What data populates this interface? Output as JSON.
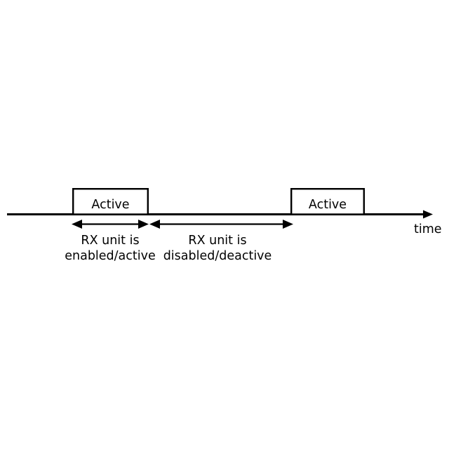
{
  "figure": {
    "kind": "timing-diagram",
    "background_color": "#ffffff",
    "line_color": "#000000",
    "axis": {
      "label": "time",
      "orientation": "horizontal",
      "direction": "left-to-right",
      "has_arrow_head": true
    },
    "pulses": [
      {
        "id": "pulse-1",
        "label": "Active",
        "state": "high"
      },
      {
        "id": "pulse-2",
        "label": "Active",
        "state": "high"
      }
    ],
    "intervals": [
      {
        "id": "interval-enabled",
        "arrow_style": "double-headed",
        "caption_line1": "RX unit is",
        "caption_line2": "enabled/active"
      },
      {
        "id": "interval-disabled",
        "arrow_style": "double-headed",
        "caption_line1": "RX unit is",
        "caption_line2": "disabled/deactive"
      }
    ]
  }
}
